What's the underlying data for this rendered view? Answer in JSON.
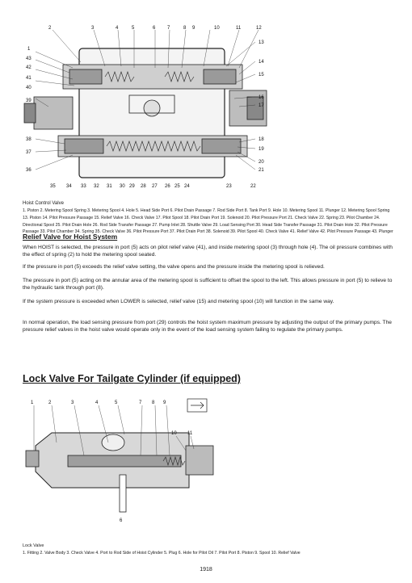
{
  "figure1": {
    "callouts_top": [
      "2",
      "3",
      "4",
      "5",
      "6",
      "7",
      "8",
      "9",
      "10",
      "11",
      "12"
    ],
    "callouts_left": [
      "1",
      "43",
      "42",
      "41",
      "40",
      "39",
      "38",
      "37",
      "36"
    ],
    "callouts_right": [
      "13",
      "14",
      "15",
      "16",
      "17",
      "18",
      "19",
      "20",
      "21",
      "22"
    ],
    "callouts_bottom": [
      "35",
      "34",
      "33",
      "32",
      "31",
      "30",
      "29",
      "28",
      "27",
      "26",
      "25",
      "24",
      "23"
    ],
    "caption_title": "Hoist Control Valve",
    "caption_body": "1. Piston 2. Metering Spool Spring 3. Metering Spool 4. Hole 5. Head Side Port 6. Pilot Drain Passage 7. Rod Side Port 8. Tank Port 9. Hole 10. Metering Spool 11. Plunger 12. Metering Spool Spring 13. Piston 14. Pilot Pressure Passage 15. Relief Valve 16. Check Valve 17. Pilot Spool 18. Pilot Drain Port 19. Solenoid 20. Pilot Pressure Port 21. Check Valve 22. Spring 23. Pilot Chamber 24. Directional Spool 25. Pilot Drain Hole 26. Rod Side Transfer Passage 27. Pump Inlet 28. Shuttle Valve 29. Load Sensing Port 30. Head Side Transfer Passage 31. Pilot Drain Hole 32. Pilot Pressure Passage 33. Pilot Chamber 34. Spring 35. Check Valve 36. Pilot Pressure Port 37. Pilot Drain Port 38. Solenoid 39. Pilot Spool 40. Check Valve 41. Relief Valve 42. Pilot Pressure Passage 43. Plunger"
  },
  "section1": {
    "heading": "Relief Valve for Hoist System",
    "paragraphs": [
      "When HOIST is selected, the pressure in port (5) acts on pilot relief valve (41), and inside metering spool (3) through hole (4). The oil pressure combines with the effect of spring (2) to hold the metering spool seated.",
      "If the pressure in port (5) exceeds the relief valve setting, the valve opens and the pressure inside the metering spool is relieved.",
      "The pressure in port (5) acting on the annular area of the metering spool is sufficient to offset the spool to the left. This allows pressure in port (5) to relieve to the hydraulic tank through port (8).",
      "If the system pressure is exceeded when LOWER is selected, relief valve (15) and metering spool (10) will function in the same way.",
      "In normal operation, the load sensing pressure from port (29) controls the hoist system maximum pressure by adjusting the output of the primary pumps. The pressure relief valves in the hoist valve would operate only in the event of the load sensing system failing to regulate the primary pumps."
    ]
  },
  "section2": {
    "heading": "Lock Valve For Tailgate Cylinder (if equipped)"
  },
  "figure2": {
    "callouts_top": [
      "1",
      "2",
      "3",
      "4",
      "5",
      "7",
      "8",
      "9"
    ],
    "callouts_mid": [
      "10",
      "11"
    ],
    "callout_bottom": "6",
    "caption_title": "Lock Valve",
    "caption_body": "1. Fitting 2. Valve Body 3. Check Valve 4. Port to Rod Side of Hoist Cylinder 5. Plug 6. Hole for Pilot Oil 7. Pilot Port 8. Piston 9. Spool 10. Relief Valve"
  },
  "page_number": "1918"
}
